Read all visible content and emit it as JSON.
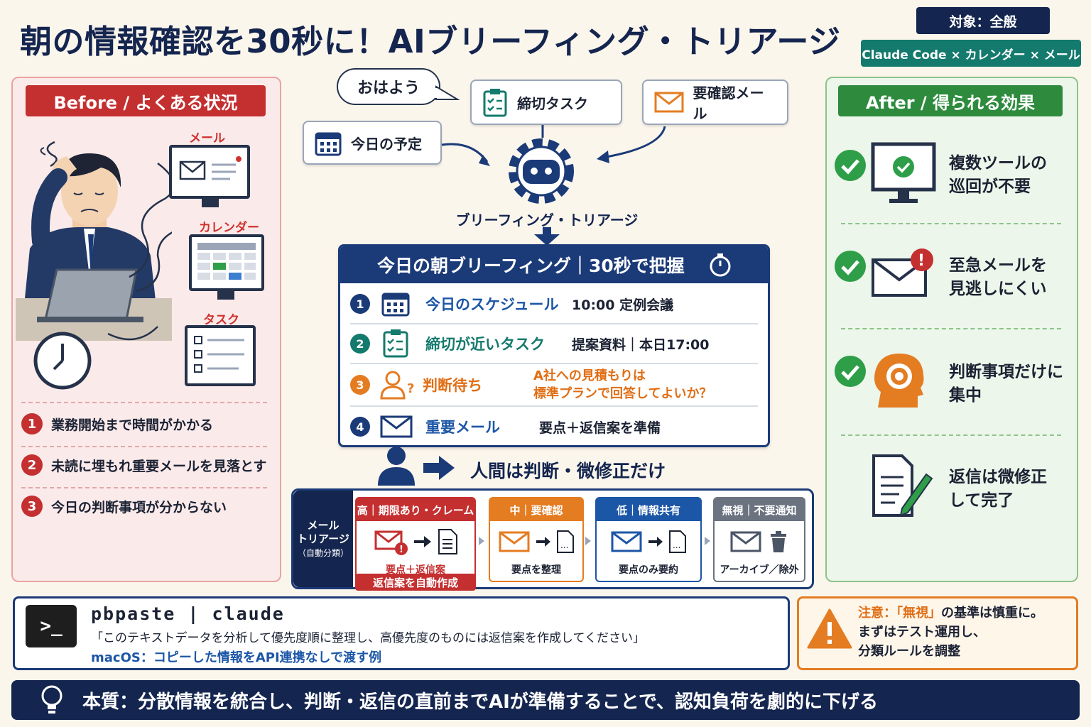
{
  "title": "朝の情報確認を30秒に！AIブリーフィング・トリアージ",
  "target_badge": "対象：全般",
  "tools_badge": "Claude Code × カレンダー × メール",
  "before": {
    "header": "Before / よくある状況",
    "labels": {
      "mail": "メール",
      "calendar": "カレンダー",
      "task": "タスク"
    },
    "issues": [
      {
        "num": "1",
        "text": "業務開始まで時間がかかる"
      },
      {
        "num": "2",
        "text": "未読に埋もれ重要メールを見落とす"
      },
      {
        "num": "3",
        "text": "今日の判断事項が分からない"
      }
    ]
  },
  "inputs": {
    "greeting": "おはよう",
    "schedule": "今日の予定",
    "deadline": "締切タスク",
    "mail": "要確認メール",
    "engine": "ブリーフィング・トリアージ"
  },
  "briefing": {
    "header": "今日の朝ブリーフィング｜30秒で把握",
    "rows": [
      {
        "num": "1",
        "label": "今日のスケジュール",
        "value": "10:00  定例会議"
      },
      {
        "num": "2",
        "label": "締切が近いタスク",
        "value": "提案資料｜本日17:00"
      },
      {
        "num": "3",
        "label": "判断待ち",
        "value1": "A社への見積もりは",
        "value2": "標準プランで回答してよいか？"
      },
      {
        "num": "4",
        "label": "重要メール",
        "value": "要点＋返信案を準備"
      }
    ]
  },
  "human_text": "人間は判断・微修正だけ",
  "triage": {
    "label1": "メール",
    "label2": "トリアージ",
    "label3": "（自動分類）",
    "cols": [
      {
        "header": "高｜期限あり・クレーム",
        "footer": "要点＋返信案",
        "extra": "返信案を自動作成"
      },
      {
        "header": "中｜要確認",
        "footer": "要点を整理"
      },
      {
        "header": "低｜情報共有",
        "footer": "要点のみ要約"
      },
      {
        "header": "無視｜不要通知",
        "footer": "アーカイブ／除外"
      }
    ]
  },
  "command": {
    "terminal": ">_",
    "line": "pbpaste | claude",
    "prompt": "「このテキストデータを分析して優先度順に整理し、高優先度のものには返信案を作成してください」",
    "note": "macOS：コピーした情報をAPI連携なしで渡す例"
  },
  "caution": {
    "line1a": "注意：「無視」",
    "line1b": "の基準は慎重に。",
    "line2": "まずはテスト運用し、",
    "line3": "分類ルールを調整"
  },
  "essence": "本質：分散情報を統合し、判断・返信の直前までAIが準備することで、認知負荷を劇的に下げる",
  "after": {
    "header": "After / 得られる効果",
    "benefits": [
      {
        "l1": "複数ツールの",
        "l2": "巡回が不要"
      },
      {
        "l1": "至急メールを",
        "l2": "見逃しにくい"
      },
      {
        "l1": "判断事項だけに",
        "l2": "集中"
      },
      {
        "l1": "返信は微修正",
        "l2": "して完了"
      }
    ]
  },
  "colors": {
    "navy": "#14254f",
    "red": "#c42f30",
    "green": "#2e8b3e",
    "orange": "#e47c22",
    "teal": "#147a6d",
    "blue": "#1c56a6"
  }
}
